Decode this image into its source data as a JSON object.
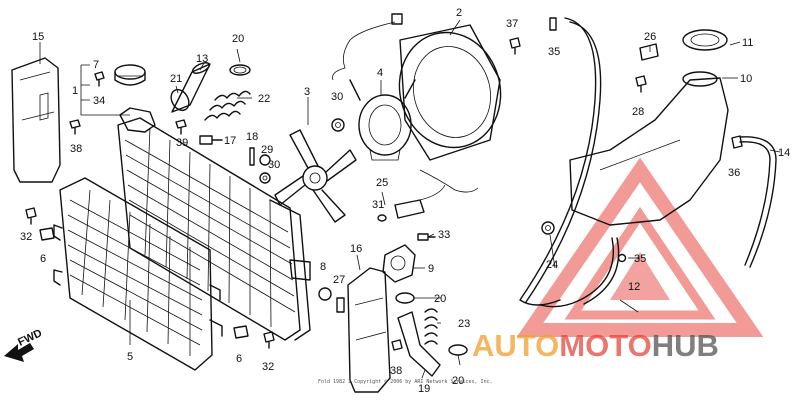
{
  "labels": [
    {
      "id": "1",
      "text": "1"
    },
    {
      "id": "2",
      "text": "2"
    },
    {
      "id": "3",
      "text": "3"
    },
    {
      "id": "4",
      "text": "4"
    },
    {
      "id": "5",
      "text": "5"
    },
    {
      "id": "6a",
      "text": "6"
    },
    {
      "id": "6b",
      "text": "6"
    },
    {
      "id": "7",
      "text": "7"
    },
    {
      "id": "8",
      "text": "8"
    },
    {
      "id": "9",
      "text": "9"
    },
    {
      "id": "10",
      "text": "10"
    },
    {
      "id": "11",
      "text": "11"
    },
    {
      "id": "12",
      "text": "12"
    },
    {
      "id": "13",
      "text": "13"
    },
    {
      "id": "14",
      "text": "14"
    },
    {
      "id": "15",
      "text": "15"
    },
    {
      "id": "16",
      "text": "16"
    },
    {
      "id": "17",
      "text": "17"
    },
    {
      "id": "18",
      "text": "18"
    },
    {
      "id": "19",
      "text": "19"
    },
    {
      "id": "20a",
      "text": "20"
    },
    {
      "id": "20b",
      "text": "20"
    },
    {
      "id": "20c",
      "text": "20"
    },
    {
      "id": "21",
      "text": "21"
    },
    {
      "id": "22",
      "text": "22"
    },
    {
      "id": "23",
      "text": "23"
    },
    {
      "id": "24",
      "text": "24"
    },
    {
      "id": "25",
      "text": "25"
    },
    {
      "id": "26",
      "text": "26"
    },
    {
      "id": "27",
      "text": "27"
    },
    {
      "id": "28",
      "text": "28"
    },
    {
      "id": "29",
      "text": "29"
    },
    {
      "id": "30a",
      "text": "30"
    },
    {
      "id": "30b",
      "text": "30"
    },
    {
      "id": "31",
      "text": "31"
    },
    {
      "id": "32a",
      "text": "32"
    },
    {
      "id": "32b",
      "text": "32"
    },
    {
      "id": "33",
      "text": "33"
    },
    {
      "id": "34",
      "text": "34"
    },
    {
      "id": "35a",
      "text": "35"
    },
    {
      "id": "35b",
      "text": "35"
    },
    {
      "id": "36",
      "text": "36"
    },
    {
      "id": "37",
      "text": "37"
    },
    {
      "id": "38a",
      "text": "38"
    },
    {
      "id": "38b",
      "text": "38"
    },
    {
      "id": "39",
      "text": "39"
    }
  ],
  "fwd_label": "FWD",
  "watermark": {
    "part1": "AUTO",
    "part2": "MOTO",
    "part3": "HUB"
  },
  "copyright": "Fold 1982 2 Copyright © 2006 by ARI Network Services, Inc.",
  "colors": {
    "red": "#e5473f",
    "orange": "#f0a030",
    "grey": "#555555"
  }
}
